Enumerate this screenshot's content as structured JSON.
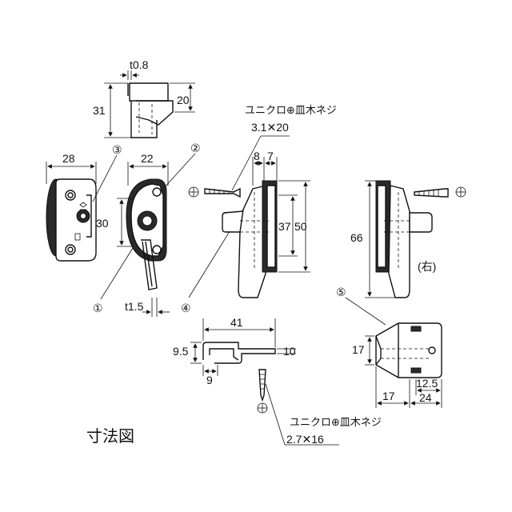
{
  "figure": {
    "title": "寸法図",
    "dimensions": {
      "top_thickness": "t0.8",
      "top_height_left": "31",
      "top_height_right": "20",
      "keeper_width": "28",
      "latch_width": "22",
      "latch_height": "30",
      "lever_thickness": "t1.5",
      "side_depth_a": "8",
      "side_depth_b": "7",
      "side_height_inner": "37",
      "side_height_outer": "50",
      "right_height": "66",
      "plate_length": "41",
      "plate_height": "9.5",
      "plate_foot": "9",
      "plate_end": "10",
      "block_height": "17",
      "block_depth": "17",
      "block_width": "24",
      "block_hole": "12.5"
    },
    "part_numbers": [
      "①",
      "②",
      "③",
      "④",
      "⑤"
    ],
    "screw_spec_1": {
      "name": "ユニクロ⊕皿木ネジ",
      "size": "3.1✕20"
    },
    "screw_spec_2": {
      "name": "ユニクロ⊕皿木ネジ",
      "size": "2.7✕16"
    },
    "right_hand_note": "(右)",
    "screw_head_symbol": "⊕"
  }
}
